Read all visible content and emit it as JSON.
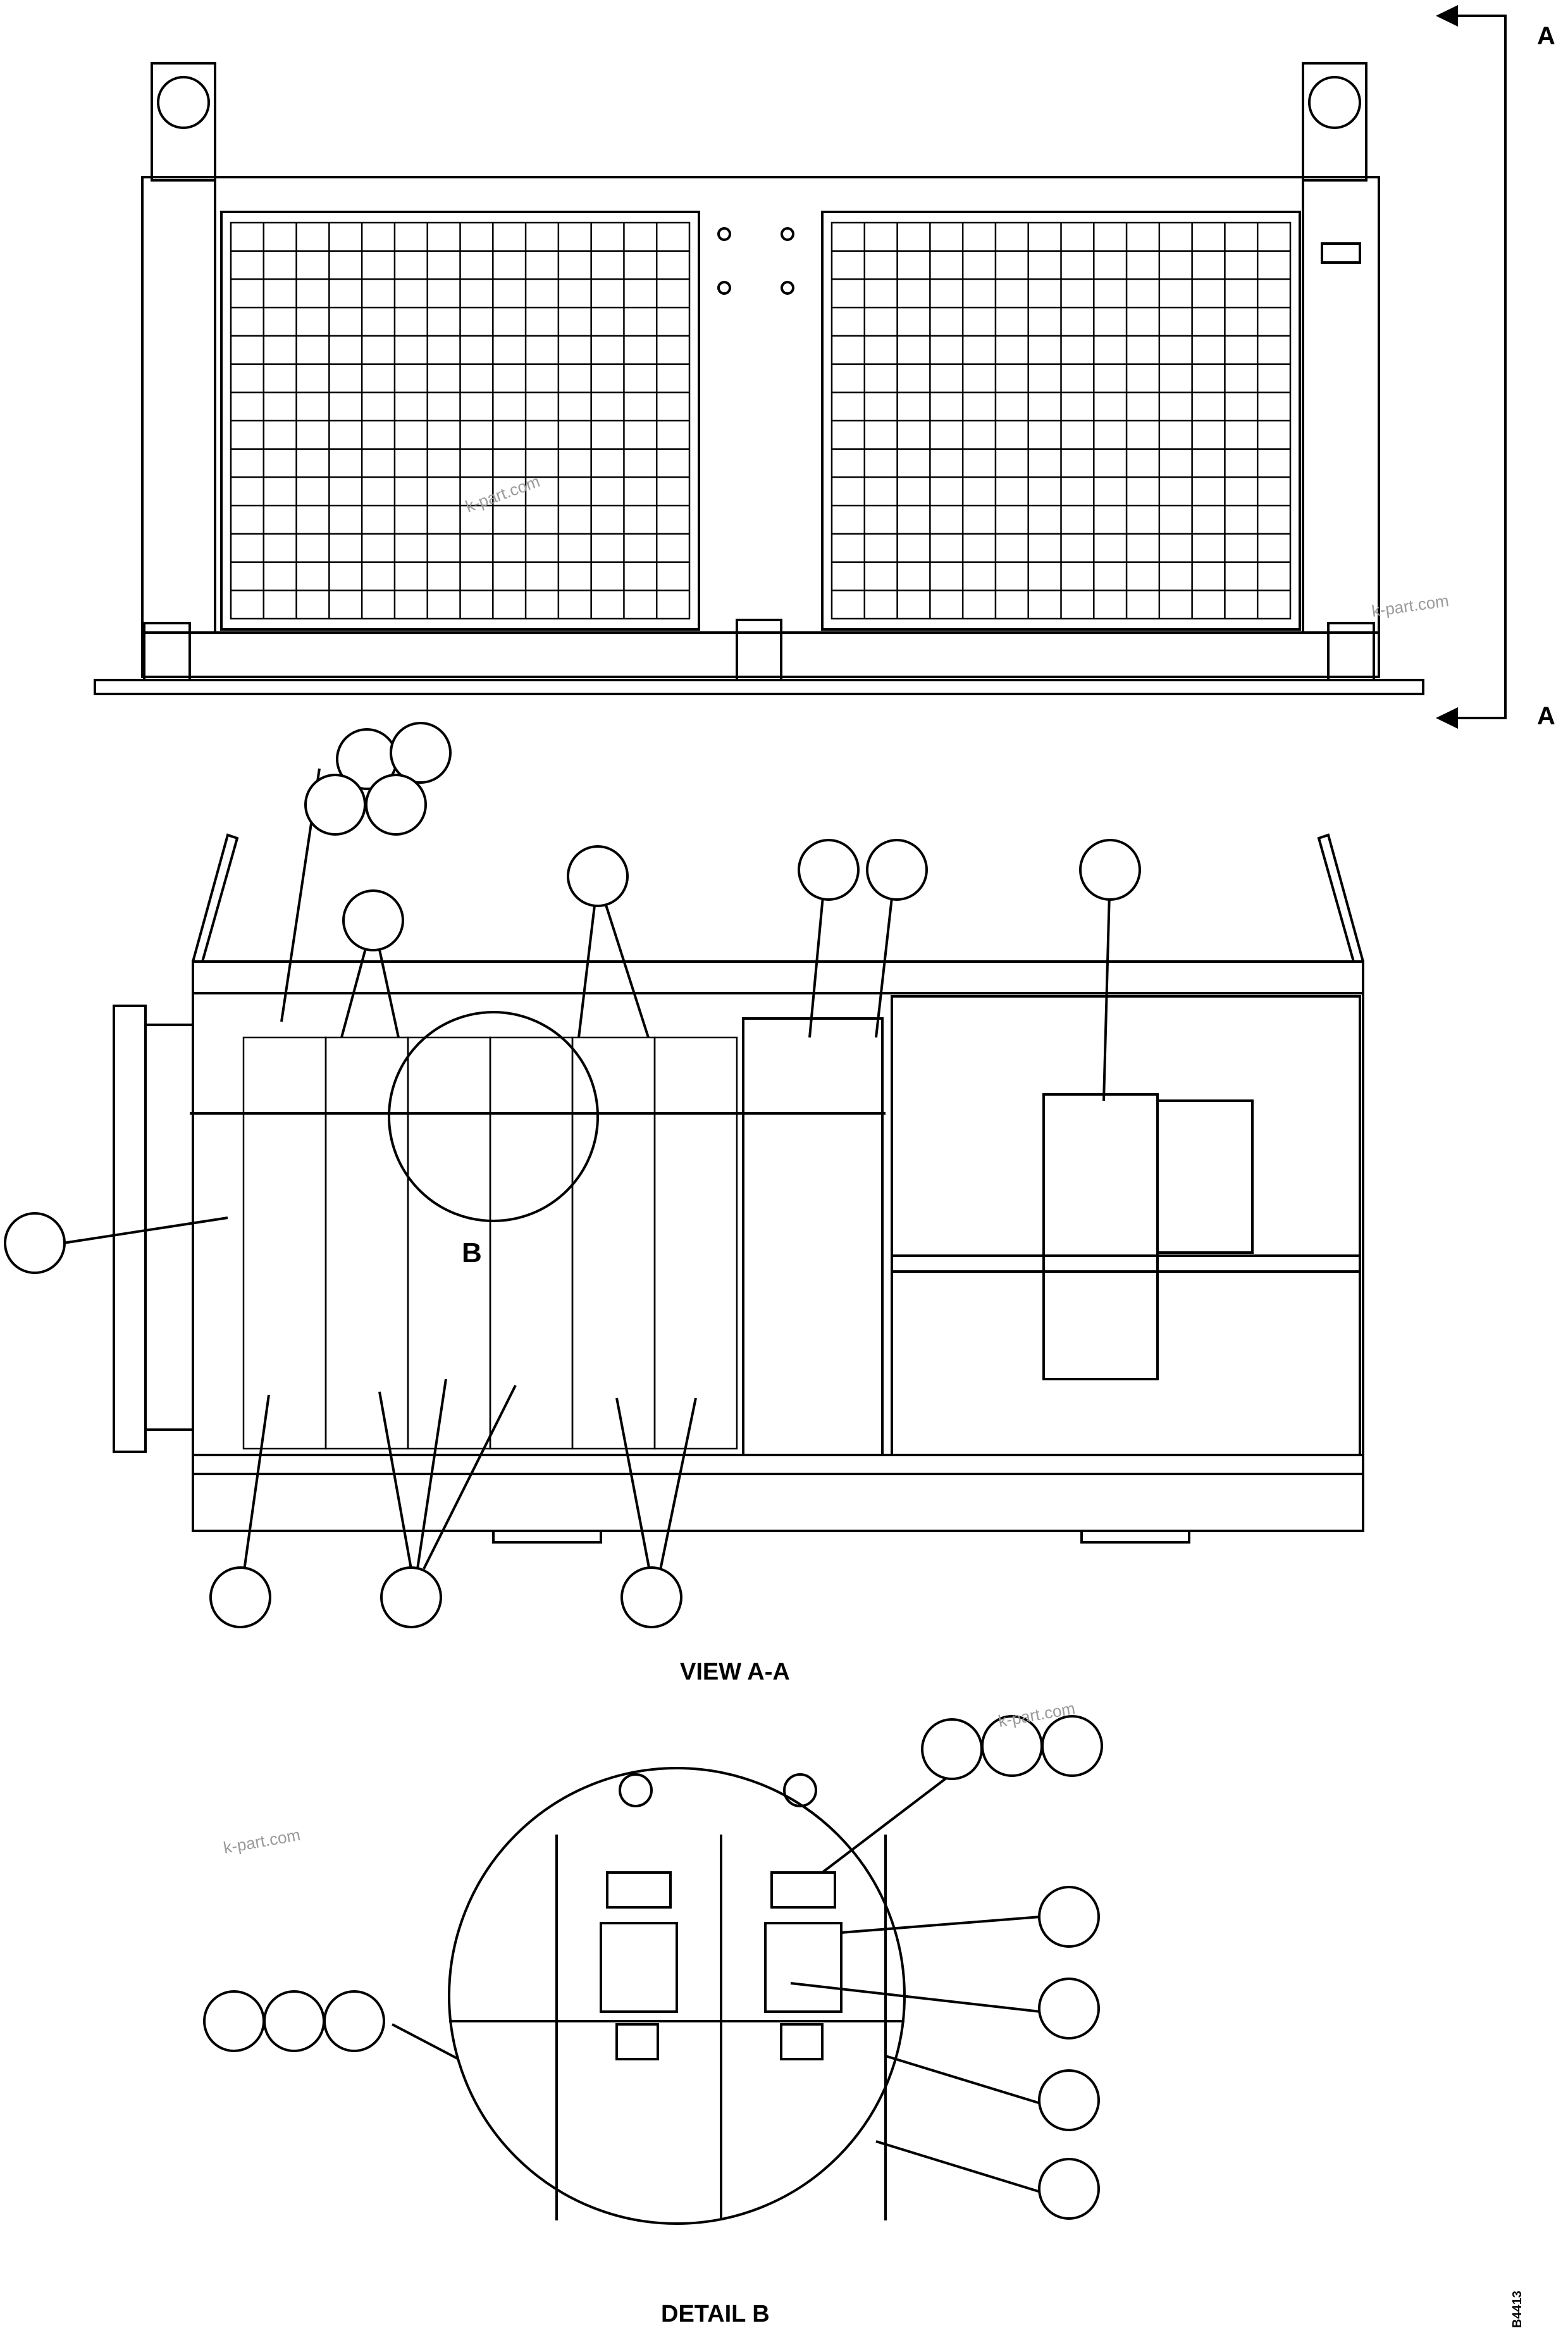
{
  "labels": {
    "section_top": "A",
    "section_bottom": "A",
    "view_title": "VIEW A-A",
    "detail_callout": "B",
    "detail_title": "DETAIL B",
    "sheet_code": "B4413"
  },
  "watermarks": [
    "k-part.com",
    "k-part.com",
    "k-part.com",
    "k-part.com"
  ]
}
